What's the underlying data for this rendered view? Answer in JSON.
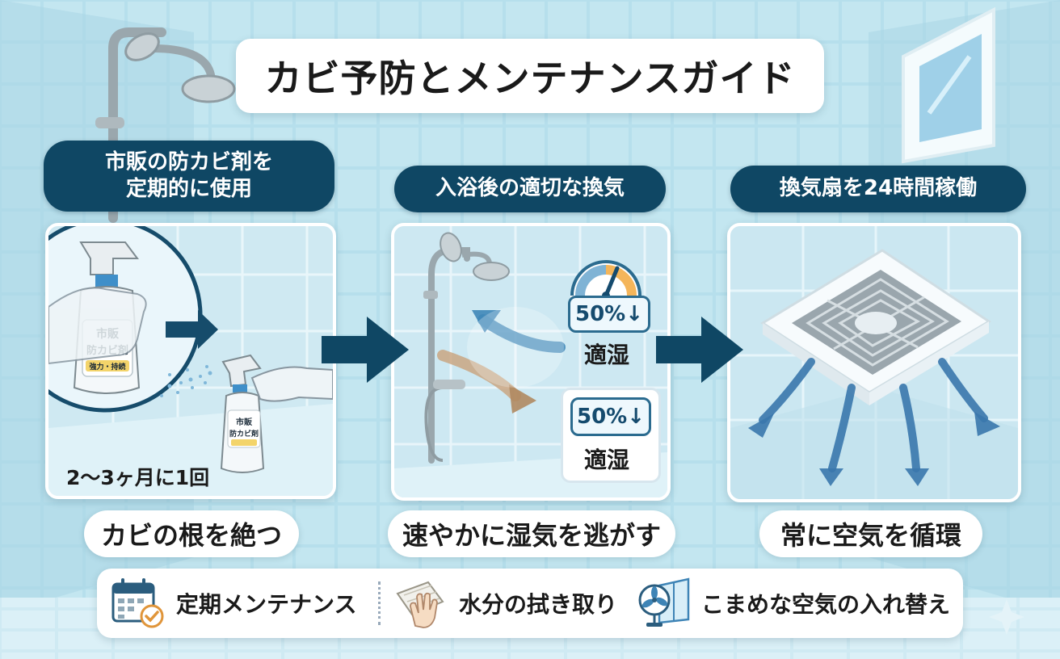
{
  "title": "カビ予防とメンテナンスガイド",
  "steps": [
    {
      "heading_line1": "市販の防カビ剤を",
      "heading_line2": "定期的に使用",
      "caption": "カビの根を絶つ",
      "frequency": "2〜3ヶ月に1回",
      "bottle_label_1": "市販",
      "bottle_label_2": "防カビ剤",
      "bottle_badge": "強力・持続"
    },
    {
      "heading": "入浴後の適切な換気",
      "caption": "速やかに湿気を逃がす",
      "humidity_value": "50%↓",
      "humidity_label": "適湿"
    },
    {
      "heading": "換気扇を24時間稼働",
      "caption": "常に空気を循環"
    }
  ],
  "bottom_items": [
    {
      "label": "定期メンテナンス",
      "icon": "calendar-check-icon"
    },
    {
      "label": "水分の拭き取り",
      "icon": "towel-wipe-icon"
    },
    {
      "label": "こまめな空気の入れ替え",
      "icon": "fan-window-icon"
    }
  ],
  "colors": {
    "navy": "#0f4764",
    "tile": "#bfe3ee",
    "tile_line": "#e6f5fa",
    "accent_brown": "#b08a62"
  }
}
